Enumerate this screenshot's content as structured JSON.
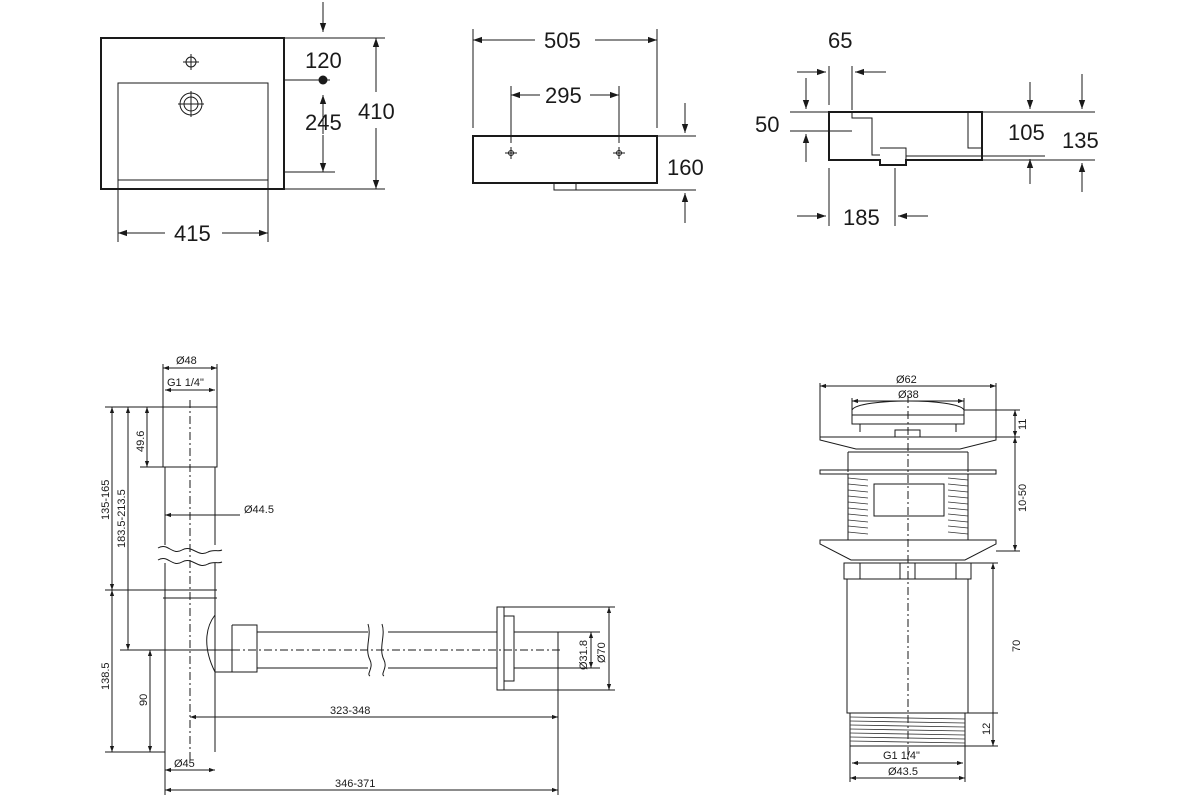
{
  "basin_top_view": {
    "d_tap_offset": "120",
    "d_bowl_depth": "245",
    "d_total_depth": "410",
    "d_bowl_width": "415"
  },
  "basin_front_view": {
    "d_total_width": "505",
    "d_mount_spacing": "295",
    "d_height": "160"
  },
  "basin_side_view": {
    "d_lip": "65",
    "d_top_offset": "50",
    "d_bowl_height": "105",
    "d_total_height": "135",
    "d_depth": "185"
  },
  "siphon_view": {
    "d_top_diameter": "Ø48",
    "d_thread": "G1 1/4\"",
    "d_top_length": "49.6",
    "d_range_1": "135-165",
    "d_range_2": "183.5-213.5",
    "d_pipe_diameter": "Ø44.5",
    "d_bottom_height": "138.5",
    "d_outlet_height": "90",
    "d_bottom_diameter": "Ø45",
    "d_outlet_length": "323-348",
    "d_total_length": "346-371",
    "d_outlet_diameter": "Ø31.8",
    "d_flange_diameter": "Ø70"
  },
  "drain_valve_view": {
    "d_flange_diameter": "Ø62",
    "d_cap_diameter": "Ø38",
    "d_cap_height": "11",
    "d_range": "10-50",
    "d_body_length": "70",
    "d_thread_length": "12",
    "d_thread": "G1 1/4\"",
    "d_bottom_diameter": "Ø43.5"
  }
}
